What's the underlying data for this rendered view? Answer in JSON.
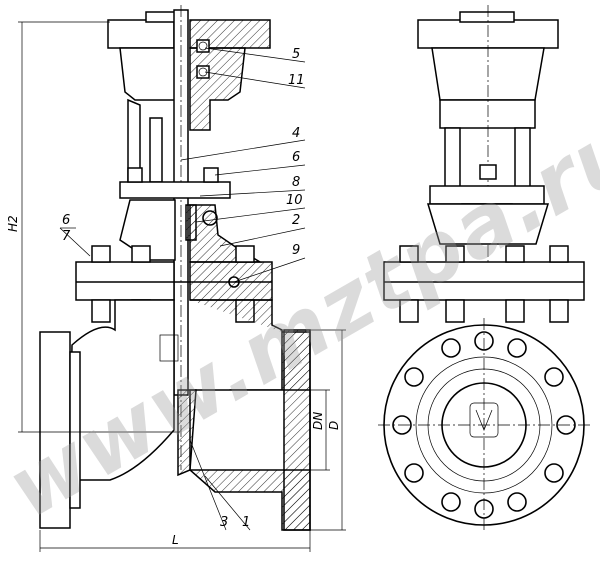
{
  "drawing": {
    "part_numbers": {
      "p5": "5",
      "p11": "11",
      "p4": "4",
      "p6a": "6",
      "p8": "8",
      "p10": "10",
      "p2": "2",
      "p9": "9",
      "p3": "3",
      "p1": "1",
      "p6b": "6",
      "p7": "7"
    },
    "dimensions": {
      "height": "H2",
      "length": "L",
      "nominal_diameter": "DN",
      "outer_diameter": "D"
    },
    "watermark": "www.mztpa.ru",
    "colors": {
      "line": "#000000",
      "watermark": "#9a9a9a"
    }
  }
}
